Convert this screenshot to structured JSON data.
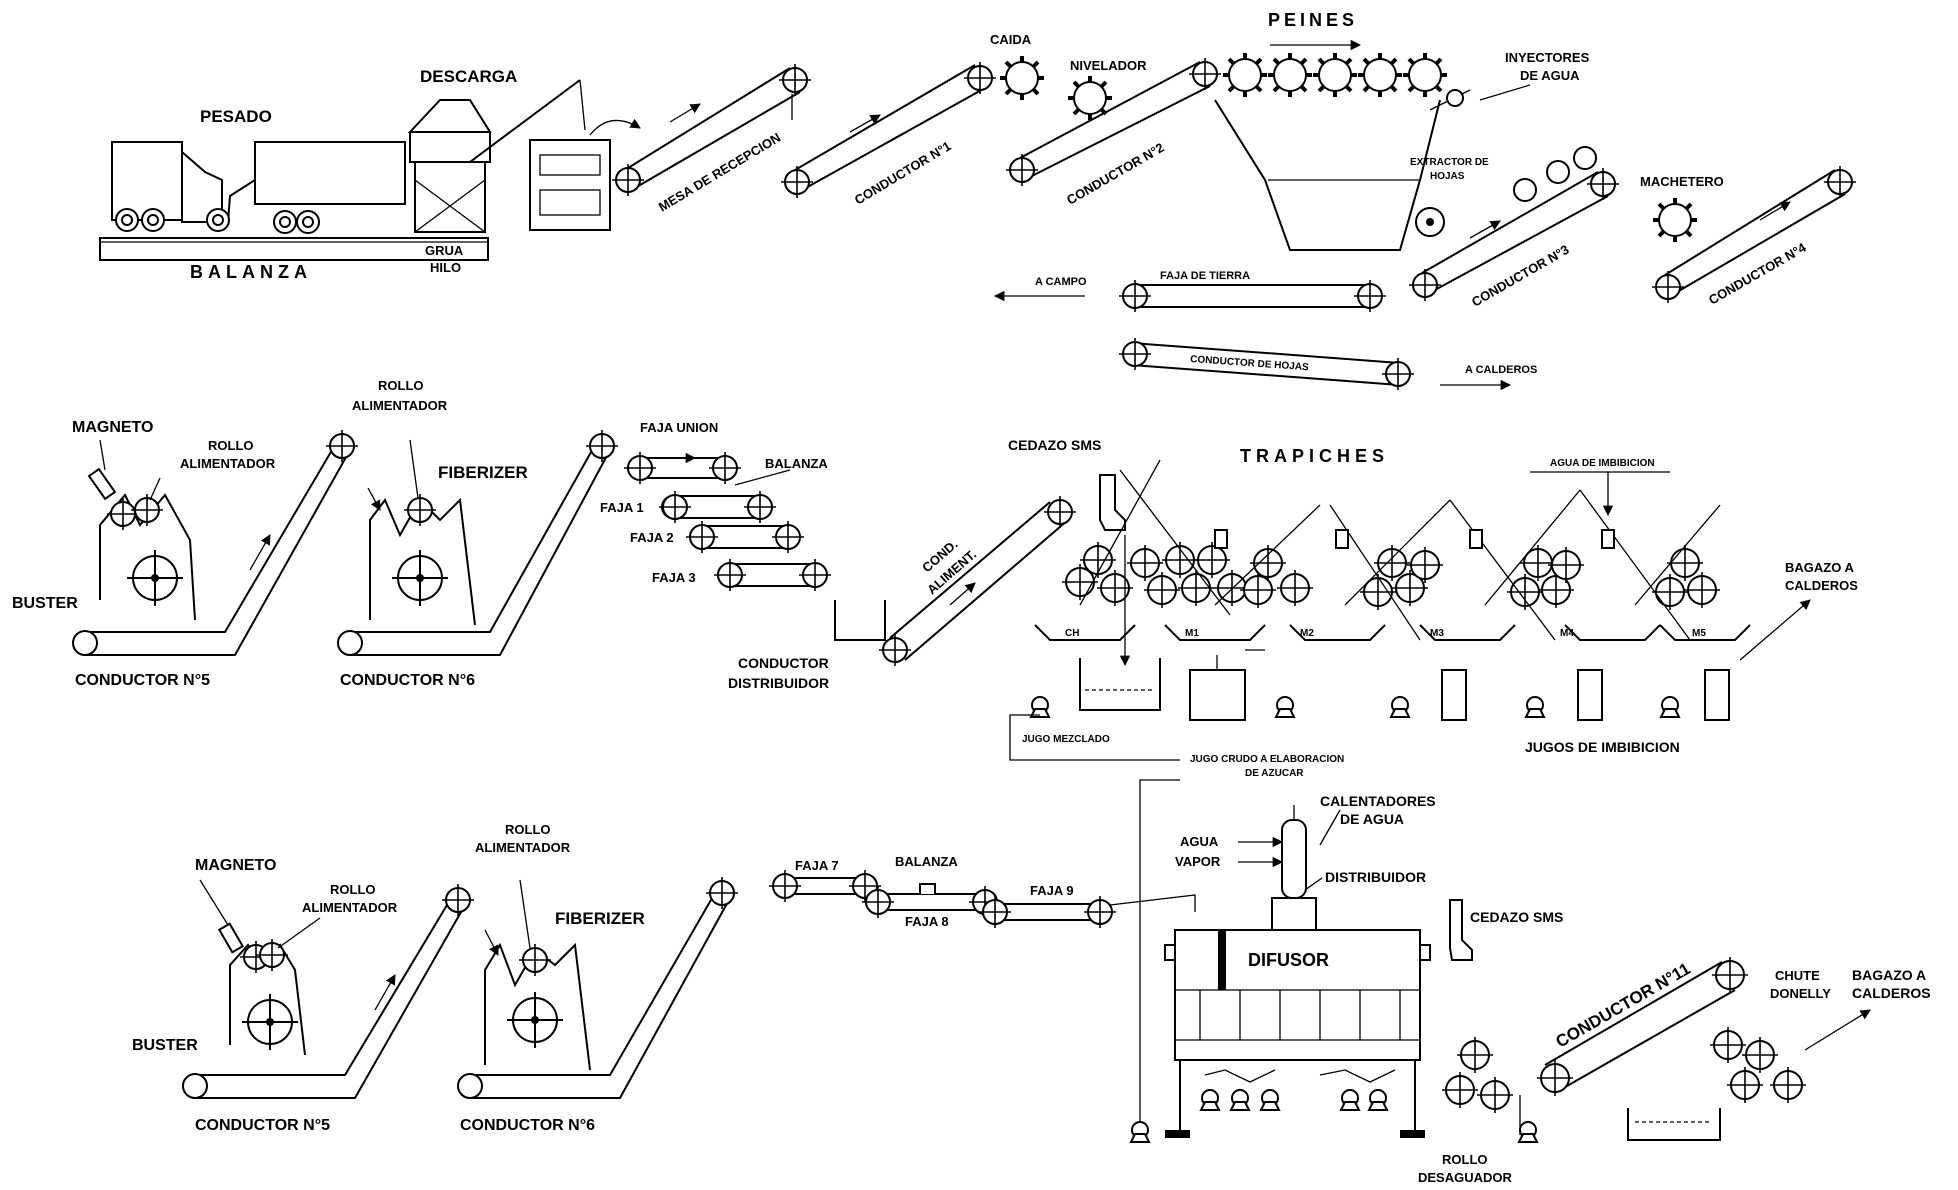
{
  "labels": {
    "pesado": "PESADO",
    "descarga": "DESCARGA",
    "balanza_top": "BALANZA",
    "grua_hilo": [
      "GRUA",
      "HILO"
    ],
    "mesa_recepcion": "MESA DE RECEPCION",
    "conductor1": "CONDUCTOR N°1",
    "caida": "CAIDA",
    "nivelador": "NIVELADOR",
    "conductor2": "CONDUCTOR N°2",
    "peines": "PEINES",
    "inyectores": [
      "INYECTORES",
      "DE AGUA"
    ],
    "extractor": [
      "EXTRACTOR DE",
      "HOJAS"
    ],
    "machetero": "MACHETERO",
    "conductor3": "CONDUCTOR N°3",
    "conductor4": "CONDUCTOR N°4",
    "a_campo": "A CAMPO",
    "faja_tierra": "FAJA DE TIERRA",
    "conductor_hojas": "CONDUCTOR DE HOJAS",
    "a_calderos_1": "A CALDEROS",
    "magneto_1": "MAGNETO",
    "rollo_alim_1a": [
      "ROLLO",
      "ALIMENTADOR"
    ],
    "rollo_alim_1b": [
      "ROLLO",
      "ALIMENTADOR"
    ],
    "fiberizer_1": "FIBERIZER",
    "buster_1": "BUSTER",
    "conductor5_1": "CONDUCTOR N°5",
    "conductor6_1": "CONDUCTOR N°6",
    "faja_union": "FAJA UNION",
    "balanza_mid": "BALANZA",
    "faja1": "FAJA 1",
    "faja2": "FAJA 2",
    "faja3": "FAJA 3",
    "conductor_distribuidor": [
      "CONDUCTOR",
      "DISTRIBUIDOR"
    ],
    "cond_aliment": [
      "COND.",
      "ALIMENT."
    ],
    "cedazo_sms_1": "CEDAZO SMS",
    "trapiches": "TRAPICHES",
    "agua_imbibicion": "AGUA DE IMBIBICION",
    "bagazo_calderos_1": [
      "BAGAZO A",
      "CALDEROS"
    ],
    "mills": [
      "CH",
      "M1",
      "M2",
      "M3",
      "M4",
      "M5"
    ],
    "jugo_mezclado": "JUGO MEZCLADO",
    "jugos_imbibicion": "JUGOS DE IMBIBICION",
    "jugo_crudo": [
      "JUGO CRUDO A ELABORACION",
      "DE AZUCAR"
    ],
    "magneto_2": "MAGNETO",
    "rollo_alim_2a": [
      "ROLLO",
      "ALIMENTADOR"
    ],
    "rollo_alim_2b": [
      "ROLLO",
      "ALIMENTADOR"
    ],
    "fiberizer_2": "FIBERIZER",
    "buster_2": "BUSTER",
    "conductor5_2": "CONDUCTOR N°5",
    "conductor6_2": "CONDUCTOR N°6",
    "faja7": "FAJA 7",
    "balanza_low": "BALANZA",
    "faja8": "FAJA 8",
    "faja9": "FAJA 9",
    "calentadores": [
      "CALENTADORES",
      "DE AGUA"
    ],
    "agua": "AGUA",
    "vapor": "VAPOR",
    "distribuidor": "DISTRIBUIDOR",
    "difusor": "DIFUSOR",
    "cedazo_sms_2": "CEDAZO SMS",
    "conductor11": "CONDUCTOR N°11",
    "chute_donelly": [
      "CHUTE",
      "DONELLY"
    ],
    "bagazo_calderos_2": [
      "BAGAZO A",
      "CALDEROS"
    ],
    "rollo_desaguador": [
      "ROLLO",
      "DESAGUADOR"
    ]
  }
}
